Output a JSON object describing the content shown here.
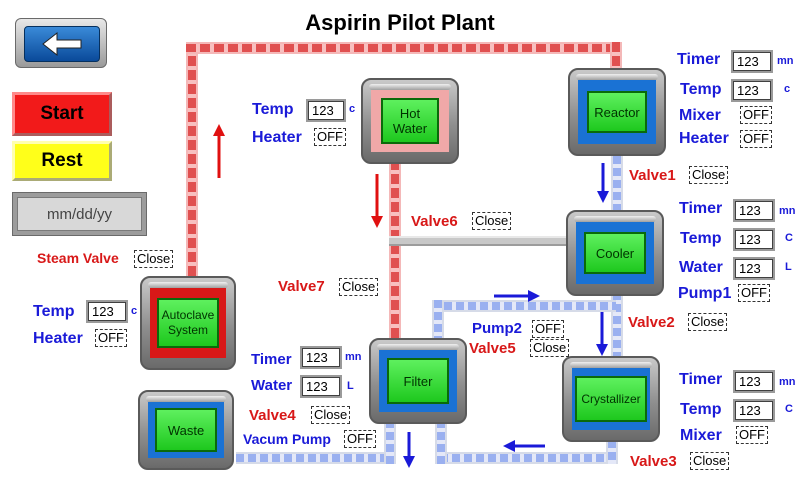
{
  "title": "Aspirin Pilot Plant",
  "controls": {
    "start_label": "Start",
    "rest_label": "Rest",
    "date_placeholder": "mm/dd/yy"
  },
  "units": {
    "temp": "c",
    "temp_upper": "C",
    "timer": "mn",
    "water": "L"
  },
  "field_value": "123",
  "vessels": {
    "hot_water": "Hot\nWater",
    "reactor": "Reactor",
    "cooler": "Cooler",
    "autoclave": "Autoclave\nSystem",
    "filter": "Filter",
    "crystallizer": "Crystallizer",
    "waste": "Waste"
  },
  "labels": {
    "timer": "Timer",
    "temp": "Temp",
    "mixer": "Mixer",
    "heater": "Heater",
    "water": "Water",
    "pump1": "Pump1",
    "pump2": "Pump2",
    "valve1": "Valve1",
    "valve2": "Valve2",
    "valve3": "Valve3",
    "valve4": "Valve4",
    "valve5": "Valve5",
    "valve6": "Valve6",
    "valve7": "Valve7",
    "steam_valve": "Steam Valve",
    "vacum_pump": "Vacum Pump"
  },
  "status": {
    "off": "OFF",
    "close": "Close"
  },
  "colors": {
    "accent_blue": "#1a1ad8",
    "accent_red": "#d81818",
    "vessel_core_blue": "#1a72d4",
    "button_green": "#2ed82e"
  }
}
